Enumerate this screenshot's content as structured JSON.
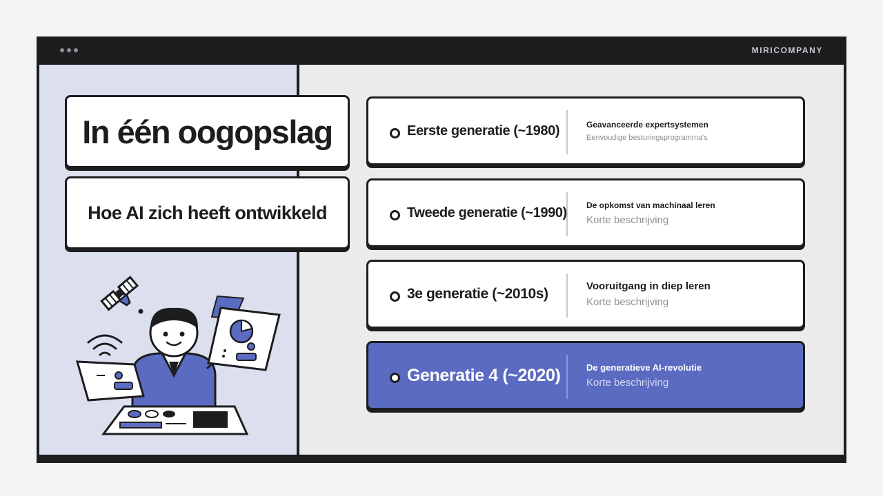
{
  "window": {
    "brand": "MIRICOMPANY"
  },
  "header": {
    "title": "In één oogopslag",
    "subtitle": "Hoe AI zich heeft ontwikkeld"
  },
  "generations": [
    {
      "title": "Eerste generatie (~1980)",
      "line1": "Geavanceerde expertsystemen",
      "line2": "Eenvoudige besturingsprogramma's"
    },
    {
      "title": "Tweede generatie (~1990)",
      "line1": "De opkomst van machinaal leren",
      "line2": "Korte beschrijving"
    },
    {
      "title": "3e generatie (~2010s)",
      "line1": "Vooruitgang in diep leren",
      "line2": "Korte beschrijving"
    },
    {
      "title": "Generatie 4 (~2020)",
      "line1": "De generatieve AI-revolutie",
      "line2": "Korte beschrijving"
    }
  ],
  "colors": {
    "accent": "#5b6bc2",
    "panel_left": "#dcdfee",
    "panel_right": "#ebebec",
    "ink": "#1d1d1f"
  },
  "icons": [
    "window-dots-icon",
    "satellite-icon",
    "wifi-icon",
    "person-illustration",
    "tablet-chart-icon",
    "laptop-icon",
    "control-panel-icon"
  ]
}
